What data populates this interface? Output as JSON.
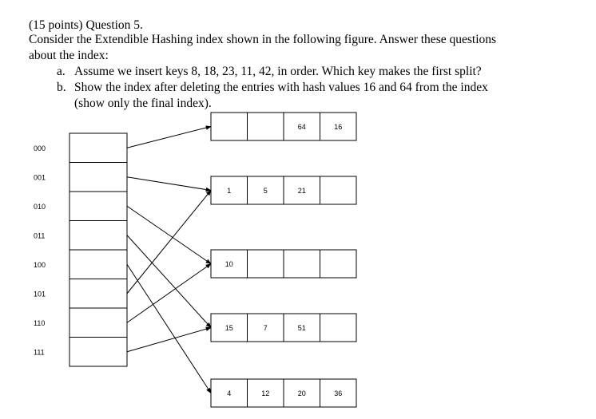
{
  "question": {
    "header": "(15 points) Question 5.",
    "intro_line1": "Consider the Extendible Hashing index shown in the following figure.  Answer these questions",
    "intro_line2": "about the index:",
    "part_a_marker": "a.",
    "part_a": "Assume we insert keys 8, 18, 23, 11, 42, in order. Which key makes the first split?",
    "part_b_marker": "b.",
    "part_b_line1": "Show the index after deleting the entries with hash values 16 and 64 from the index",
    "part_b_line2": "(show only the final index)."
  },
  "directory": {
    "labels": [
      "000",
      "001",
      "010",
      "011",
      "100",
      "101",
      "110",
      "111"
    ]
  },
  "buckets": [
    {
      "cells": [
        "",
        "",
        "64",
        "16"
      ]
    },
    {
      "cells": [
        "1",
        "5",
        "21",
        ""
      ]
    },
    {
      "cells": [
        "10",
        "",
        "",
        ""
      ]
    },
    {
      "cells": [
        "15",
        "7",
        "51",
        ""
      ]
    },
    {
      "cells": [
        "4",
        "12",
        "20",
        "36"
      ]
    }
  ],
  "pointers": [
    {
      "from": "000",
      "to_bucket": 0
    },
    {
      "from": "001",
      "to_bucket": 1
    },
    {
      "from": "010",
      "to_bucket": 2
    },
    {
      "from": "011",
      "to_bucket": 3
    },
    {
      "from": "100",
      "to_bucket": 4
    },
    {
      "from": "101",
      "to_bucket": 1
    },
    {
      "from": "110",
      "to_bucket": 2
    },
    {
      "from": "111",
      "to_bucket": 3
    }
  ],
  "colors": {
    "ink": "#000000",
    "background": "#ffffff"
  }
}
